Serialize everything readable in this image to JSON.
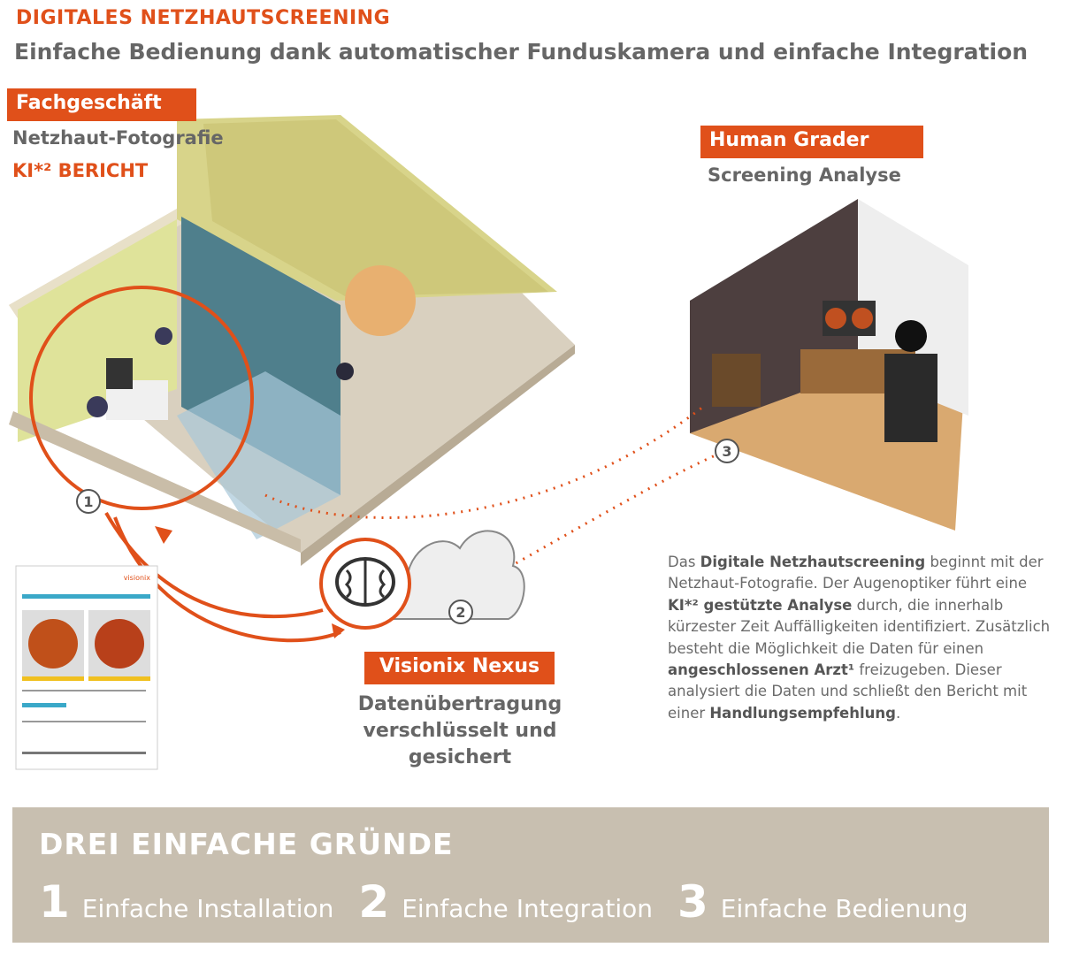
{
  "header": {
    "title": "DIGITALES NETZHAUTSCREENING",
    "subtitle": "Einfache Bedienung dank automatischer Funduskamera und einfache Integration"
  },
  "store": {
    "tag": "Fachgeschäft",
    "line1": "Netzhaut-Fotografie",
    "line2": "KI*² BERICHT"
  },
  "grader": {
    "tag": "Human Grader",
    "line1": "Screening Analyse"
  },
  "nexus": {
    "tag": "Visionix Nexus",
    "line1": "Datenübertragung",
    "line2": "verschlüsselt und",
    "line3": "gesichert"
  },
  "steps": [
    "1",
    "2",
    "3"
  ],
  "paragraph": {
    "p1": "Das ",
    "b1": "Digitale Netzhautscreening",
    "p2": " beginnt mit der Netzhaut-Fotografie. Der Augenoptiker führt eine ",
    "b2": "KI*² gestützte Analyse",
    "p3": " durch, die innerhalb kürzester Zeit Auffälligkeiten identifiziert. Zusätzlich besteht die Möglichkeit die Daten für einen ",
    "b3": "angeschlossenen Arzt¹",
    "p4": " freizugeben. Dieser analysiert die Daten und schließt den Bericht mit einer ",
    "b4": "Handlungsempfehlung",
    "p5": "."
  },
  "report": {
    "logo": "visionix"
  },
  "reasons": {
    "title": "DREI EINFACHE GRÜNDE",
    "items": [
      {
        "num": "1",
        "label": "Einfache Installation"
      },
      {
        "num": "2",
        "label": "Einfache Integration"
      },
      {
        "num": "3",
        "label": "Einfache Bedienung"
      }
    ]
  },
  "colors": {
    "accent": "#e0501a",
    "text": "#666666",
    "band": "#c8bfb0"
  },
  "icons": [
    "brain-icon",
    "cloud-icon"
  ]
}
